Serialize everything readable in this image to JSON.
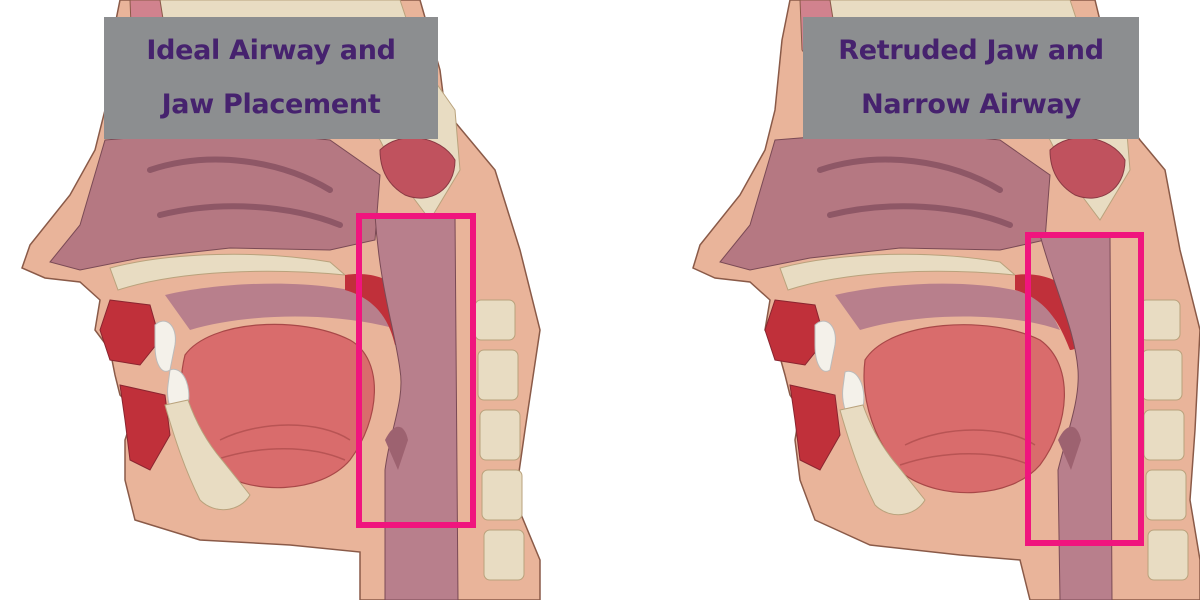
{
  "panels": [
    {
      "title_line_1": "Ideal Airway and",
      "title_line_2": "Jaw Placement",
      "jaw": "normal"
    },
    {
      "title_line_1": "Retruded Jaw and",
      "title_line_2": "Narrow Airway",
      "jaw": "retruded"
    }
  ],
  "colors": {
    "skin": "#e9b49a",
    "skin_outline": "#8a5a48",
    "bone": "#e8dcc2",
    "airway": "#b87f8c",
    "soft_tissue": "#b57882",
    "tongue": "#d96c6c",
    "gums": "#c0303a",
    "teeth": "#f4f1ea",
    "highlight_box": "#f0157e",
    "label_background": "#8c8e90",
    "label_text": "#46226e"
  }
}
